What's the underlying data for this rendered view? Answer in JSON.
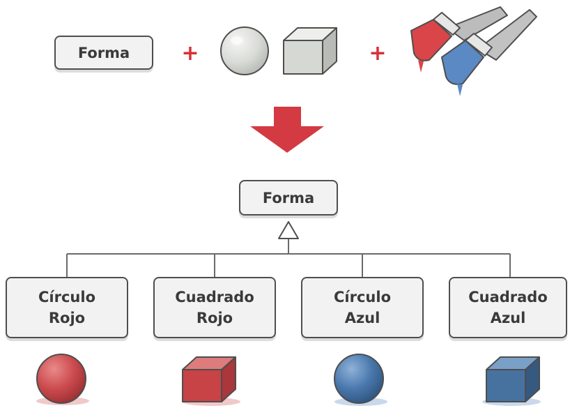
{
  "top_row": {
    "shape_label": "Forma",
    "plus_sign": "+",
    "icons": [
      "sphere-icon",
      "cube-icon",
      "red-paintbrush-icon",
      "blue-paintbrush-icon"
    ]
  },
  "arrow_icon": "down-arrow-icon",
  "hierarchy": {
    "parent_label": "Forma",
    "subclasses": [
      {
        "line1": "Círculo",
        "line2": "Rojo",
        "icon": "red-sphere-icon",
        "color": "#cc4b4e"
      },
      {
        "line1": "Cuadrado",
        "line2": "Rojo",
        "icon": "red-cube-icon",
        "color": "#c74346"
      },
      {
        "line1": "Círculo",
        "line2": "Azul",
        "icon": "blue-sphere-icon",
        "color": "#4a78ad"
      },
      {
        "line1": "Cuadrado",
        "line2": "Azul",
        "icon": "blue-cube-icon",
        "color": "#47729f"
      }
    ]
  },
  "colors": {
    "accent_red": "#d93038",
    "outline": "#4e4e4e",
    "box_fill": "#f2f2f2"
  }
}
